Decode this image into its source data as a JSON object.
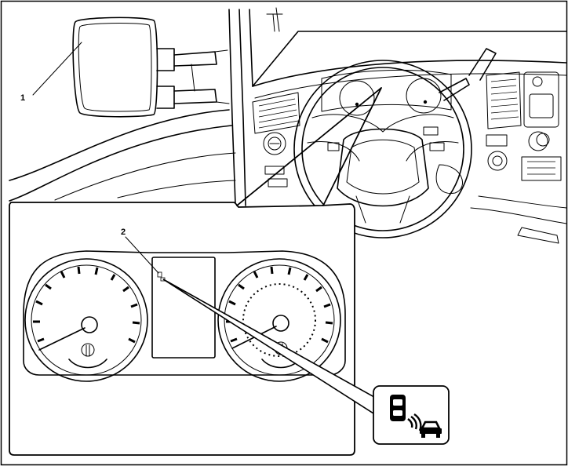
{
  "figure": {
    "callouts": [
      {
        "id": "1",
        "label": "1",
        "target": "side-mirror"
      },
      {
        "id": "2",
        "label": "2",
        "target": "indicator-lamp-in-cluster"
      }
    ],
    "indicator_icon": "blind-spot-warning-icon"
  }
}
